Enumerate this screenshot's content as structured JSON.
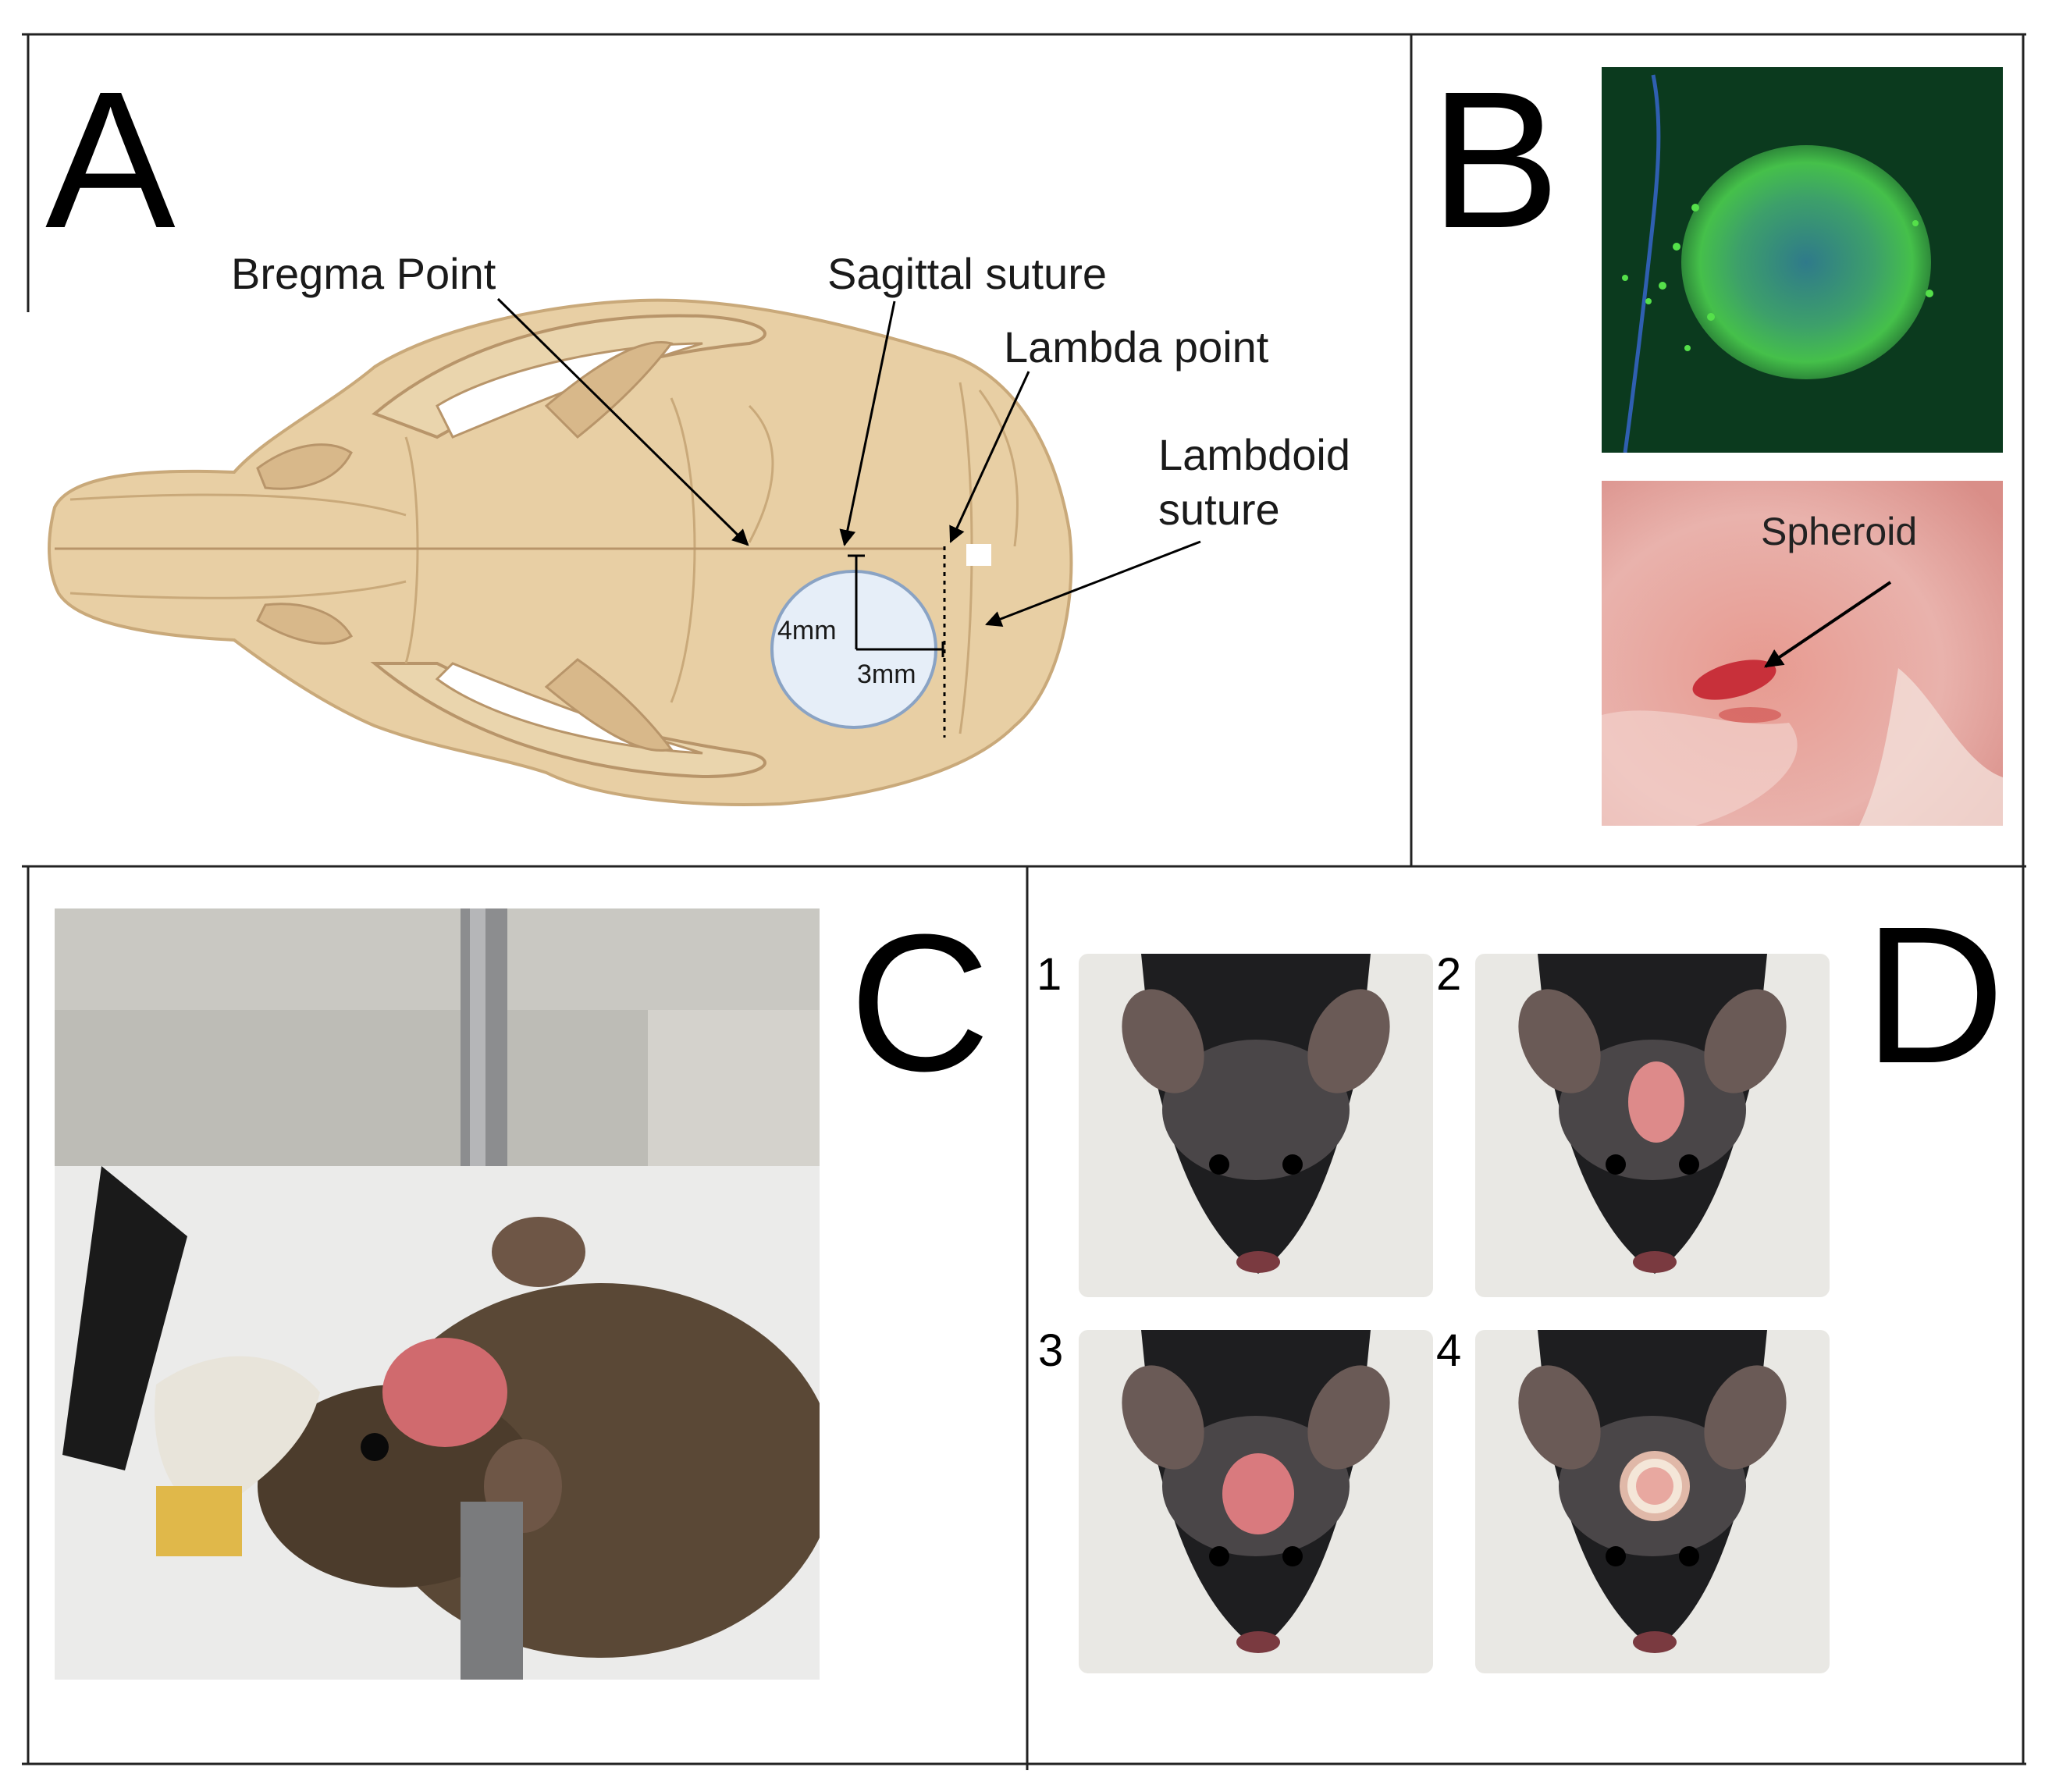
{
  "panelA": {
    "letter": "A",
    "labels": {
      "bregma": "Bregma Point",
      "sagittal": "Sagittal suture",
      "lambda": "Lambda point",
      "lambdoid_line1": "Lambdoid",
      "lambdoid_line2": "suture",
      "dim_vertical": "4mm",
      "dim_horizontal": "3mm"
    }
  },
  "panelB": {
    "letter": "B",
    "spheroid_label": "Spheroid"
  },
  "panelC": {
    "letter": "C"
  },
  "panelD": {
    "letter": "D",
    "steps": [
      "1",
      "2",
      "3",
      "4"
    ]
  },
  "colors": {
    "skull_fill": "#e8cfa4",
    "skull_stroke": "#c9a97a",
    "craniotomy_fill": "#e6eef8",
    "craniotomy_stroke": "#8aa3c4",
    "fluorescence_bg": "#0b3a1e",
    "tissue_bg": "#e9b2ac"
  }
}
